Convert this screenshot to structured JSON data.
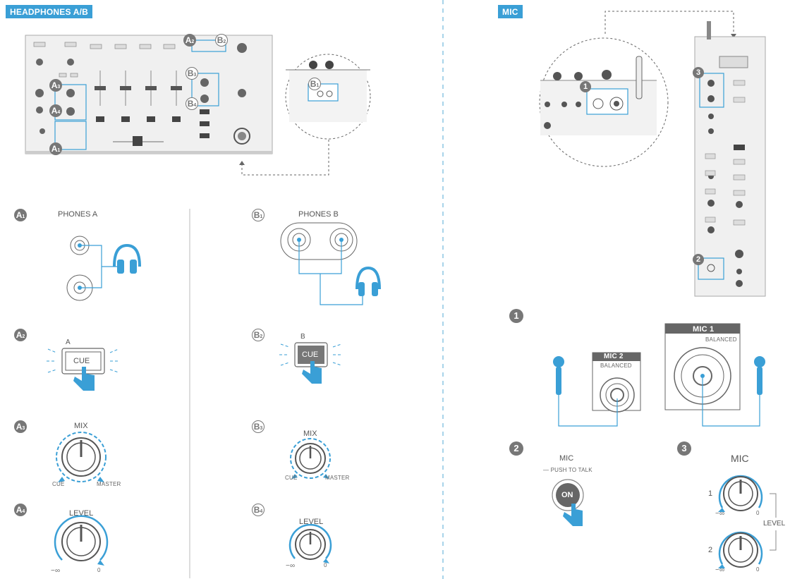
{
  "left_panel": {
    "tag": "HEADPHONES A/B",
    "phones_a": {
      "title": "PHONES A",
      "marker_a1": {
        "letter": "A",
        "index": "1"
      }
    },
    "phones_b": {
      "title": "PHONES B",
      "marker_b1": {
        "letter": "B",
        "index": "1"
      }
    },
    "cue_a": {
      "label": "A",
      "button": "CUE",
      "marker": {
        "letter": "A",
        "index": "2"
      }
    },
    "cue_b": {
      "label": "B",
      "button": "CUE",
      "marker": {
        "letter": "B",
        "index": "2"
      }
    },
    "mix_a": {
      "title": "MIX",
      "left": "CUE",
      "right": "MASTER",
      "marker": {
        "letter": "A",
        "index": "3"
      }
    },
    "mix_b": {
      "title": "MIX",
      "left": "CUE",
      "right": "MASTER",
      "marker": {
        "letter": "B",
        "index": "3"
      }
    },
    "level_a": {
      "title": "LEVEL",
      "min": "−∞",
      "max": "0",
      "marker": {
        "letter": "A",
        "index": "4"
      }
    },
    "level_b": {
      "title": "LEVEL",
      "min": "−∞",
      "max": "0",
      "marker": {
        "letter": "B",
        "index": "4"
      }
    }
  },
  "right_panel": {
    "tag": "MIC",
    "step1": {
      "num": "1",
      "mic2": "MIC 2",
      "mic2_sub": "BALANCED",
      "mic1": "MIC 1",
      "mic1_sub": "BALANCED"
    },
    "step2": {
      "num": "2",
      "title": "MIC",
      "subtitle": "— PUSH TO TALK",
      "button": "ON"
    },
    "step3": {
      "num": "3",
      "title": "MIC",
      "ch1": "1",
      "ch2": "2",
      "min": "−∞",
      "max": "0",
      "level": "LEVEL"
    },
    "device_markers": [
      "1",
      "2",
      "3"
    ]
  },
  "colors": {
    "accent": "#3a9fd6",
    "gray": "#777777",
    "line": "#3a9fd6"
  }
}
